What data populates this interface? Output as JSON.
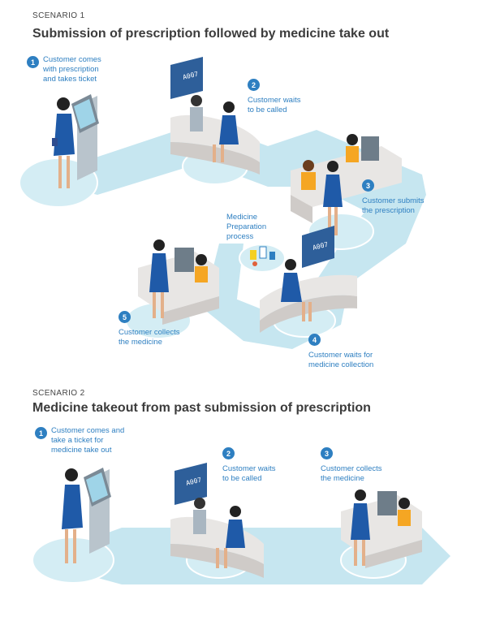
{
  "scenario1": {
    "label": "SCENARIO 1",
    "title": "Submission of prescription followed by medicine take out",
    "steps": [
      {
        "num": "1",
        "text": "Customer comes\nwith prescription\nand takes ticket"
      },
      {
        "num": "2",
        "text": "Customer waits\nto be called"
      },
      {
        "num": "3",
        "text": "Customer submits\nthe prescription"
      },
      {
        "num": "4",
        "text": "Customer waits for\nmedicine collection"
      },
      {
        "num": "5",
        "text": "Customer collects\nthe medicine"
      }
    ],
    "prep_label": "Medicine\nPreparation\nprocess",
    "ticket_text": "A007"
  },
  "scenario2": {
    "label": "SCENARIO 2",
    "title": "Medicine takeout from past submission of prescription",
    "steps": [
      {
        "num": "1",
        "text": "Customer comes and\ntake a ticket for\nmedicine take out"
      },
      {
        "num": "2",
        "text": "Customer waits\nto be called"
      },
      {
        "num": "3",
        "text": "Customer collects\nthe medicine"
      }
    ],
    "ticket_text": "A007"
  },
  "colors": {
    "accent": "#2e7fc1",
    "path": "#bfe3ee",
    "desk": "#e6e4e2",
    "dress": "#1f5aa8",
    "shirt": "#f5a623"
  }
}
